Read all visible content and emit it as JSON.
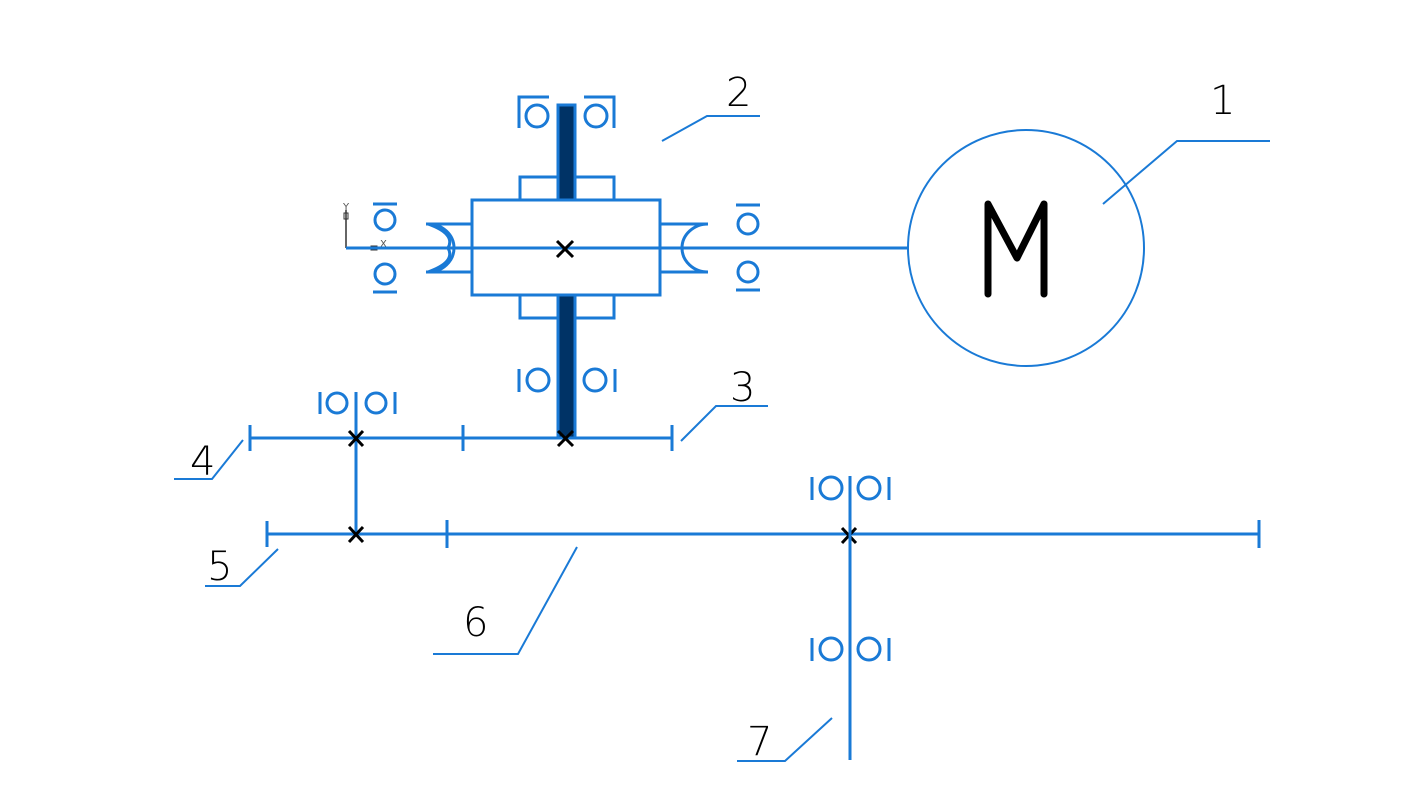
{
  "diagram": {
    "type": "kinematic-scheme",
    "motor_symbol": "M",
    "axis_labels": {
      "x": "X",
      "y": "Y"
    },
    "callouts": [
      {
        "id": "1",
        "text": "1",
        "refers_to": "electric-motor"
      },
      {
        "id": "2",
        "text": "2",
        "refers_to": "bevel-gearbox-housing"
      },
      {
        "id": "3",
        "text": "3",
        "refers_to": "shaft-gear-3"
      },
      {
        "id": "4",
        "text": "4",
        "refers_to": "shaft-gear-4"
      },
      {
        "id": "5",
        "text": "5",
        "refers_to": "shaft-gear-5"
      },
      {
        "id": "6",
        "text": "6",
        "refers_to": "shaft-gear-6"
      },
      {
        "id": "7",
        "text": "7",
        "refers_to": "output-shaft-7"
      }
    ],
    "colors": {
      "line": "#1a7ad6",
      "shaft_fill": "#003366",
      "text": "#000000"
    }
  }
}
